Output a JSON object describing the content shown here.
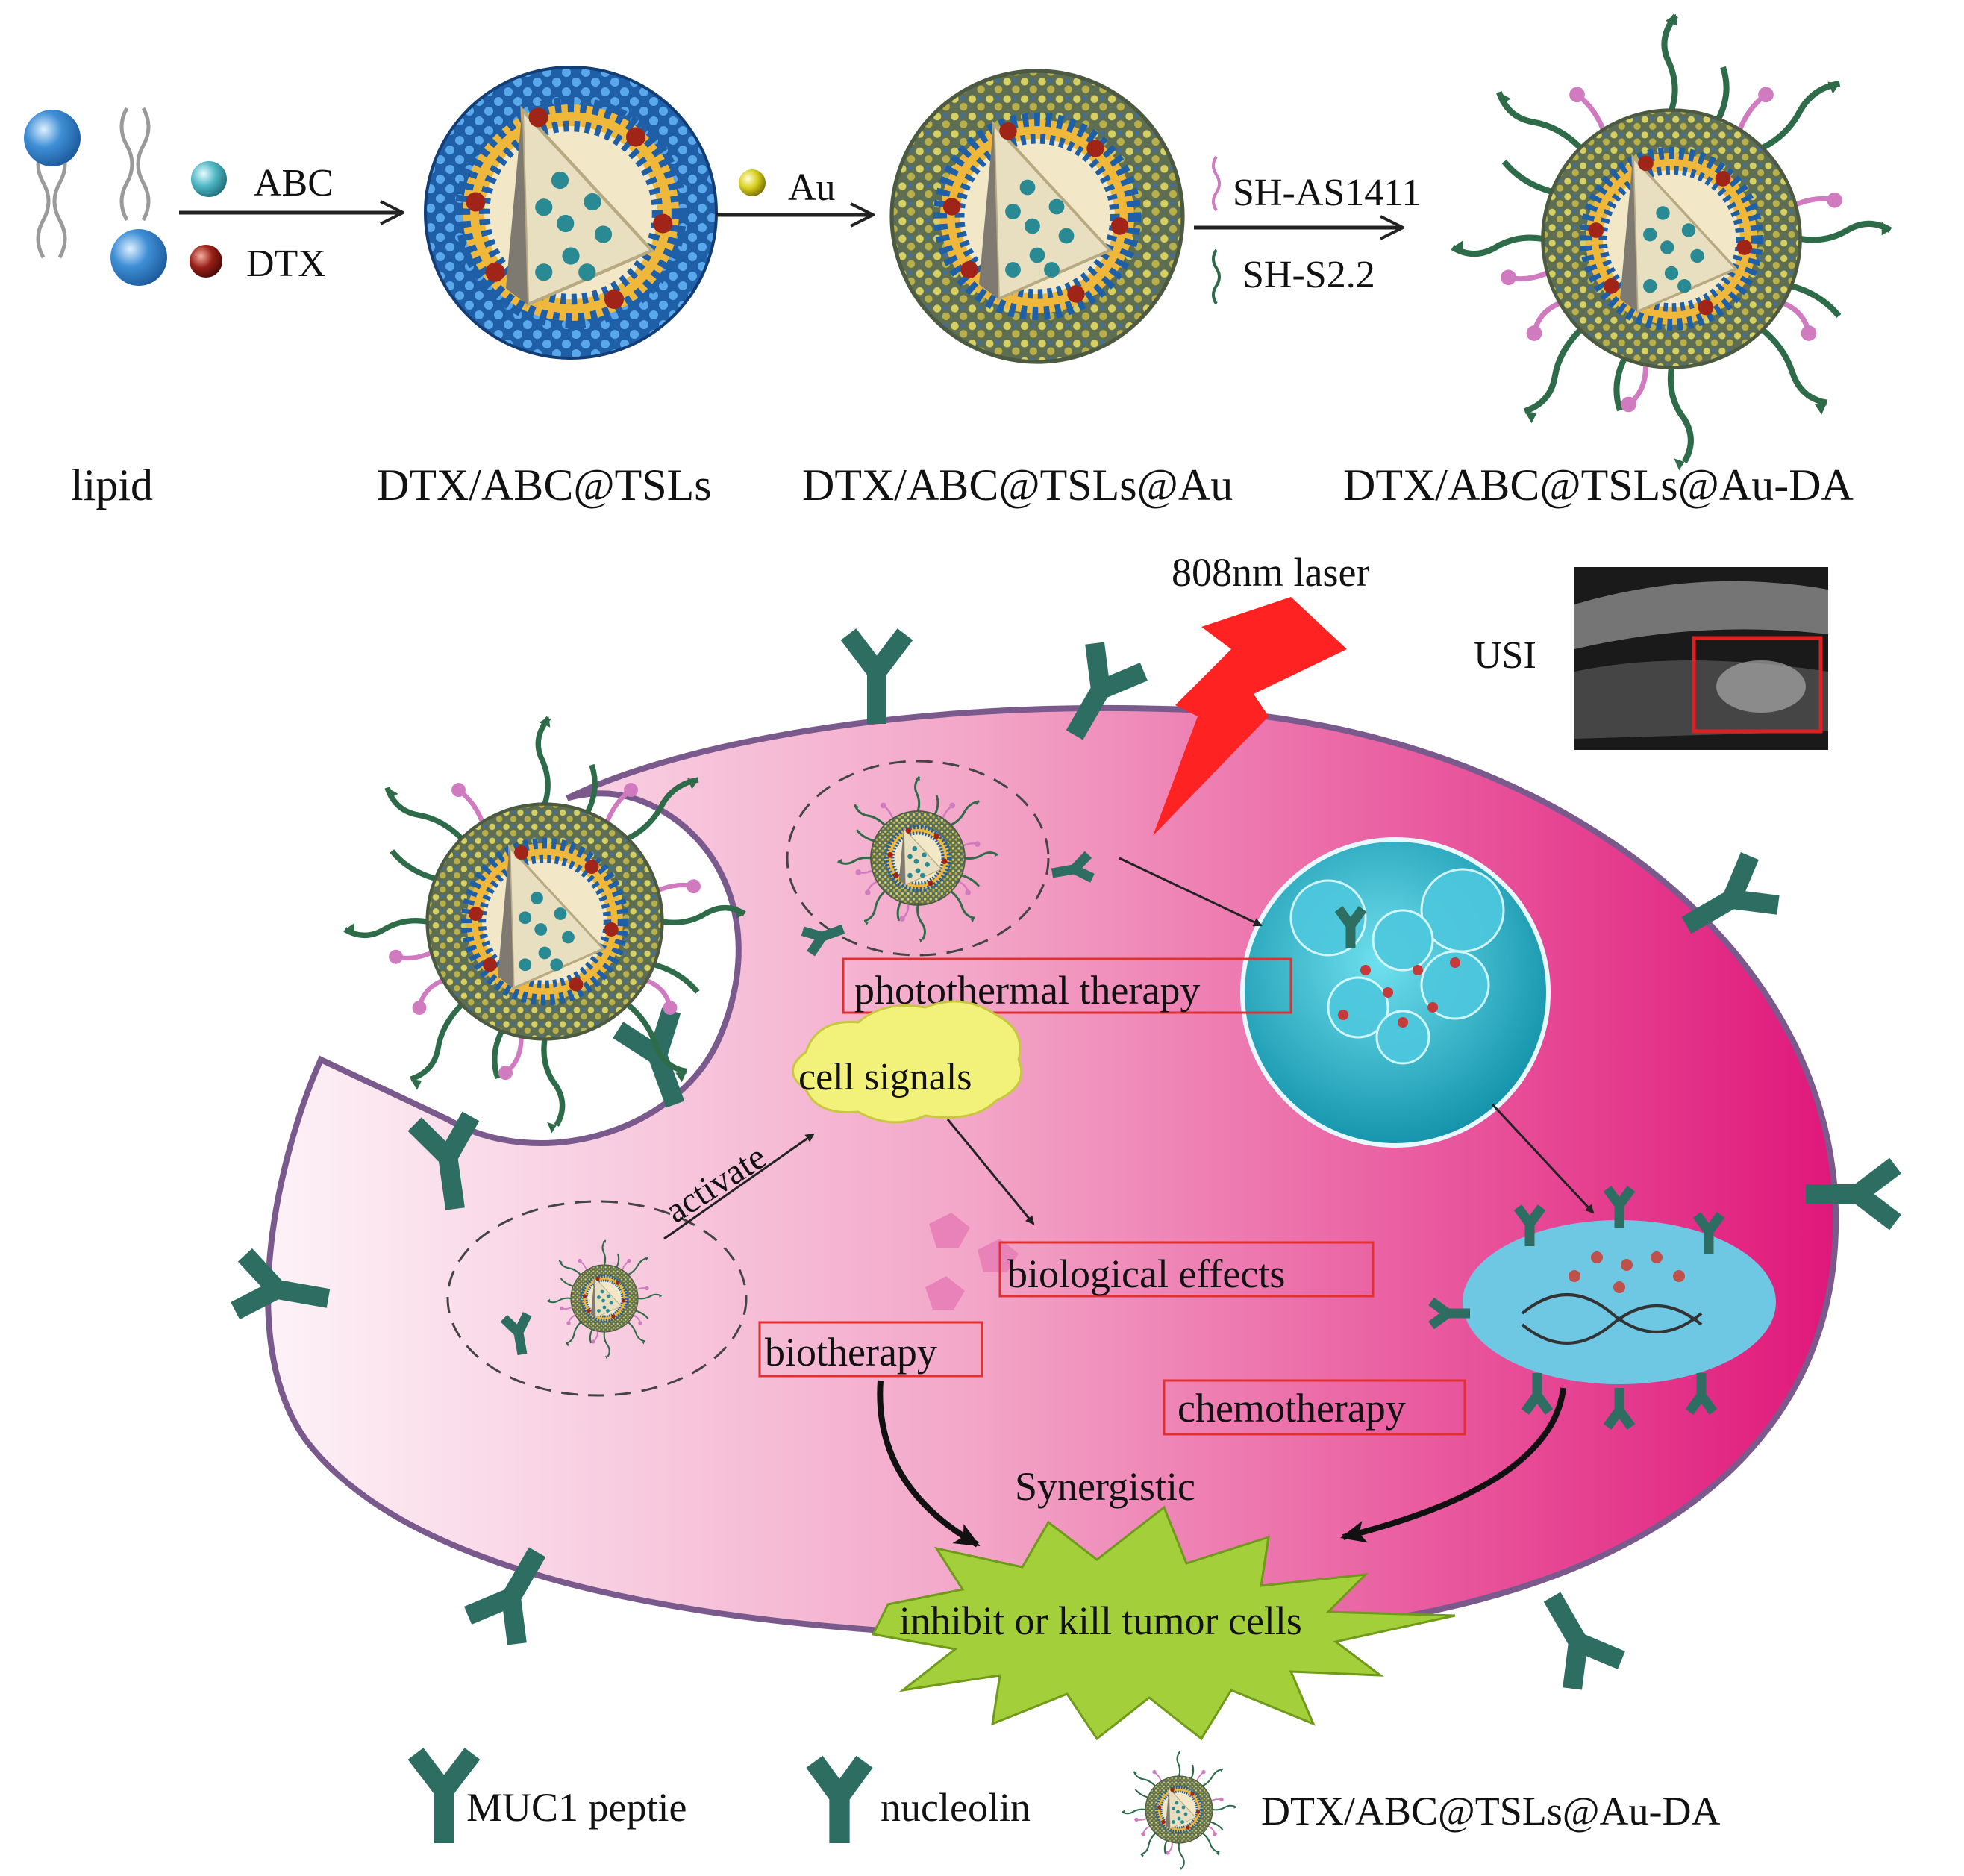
{
  "colors": {
    "receptor": "#2e6e62",
    "lipid_head": "#3f8fd6",
    "gold_shell": "#a9a267",
    "cell_light": "#fbe3ee",
    "cell_dark": "#e0177a",
    "cell_border": "#7a5a8c",
    "laser": "#ff2222",
    "signal_cloud": "#f2f27a",
    "burst": "#a3cf3a",
    "label_box": "#e03030",
    "nucleus": "#6ec8e3",
    "photothermal_bubble": "#1cb3cc",
    "aptamer_green": "#2e6b48",
    "aptamer_pink": "#d07ac0"
  },
  "synthesis": {
    "reagents": {
      "abc": "ABC",
      "dtx": "DTX",
      "au": "Au",
      "sh_as1411": "SH-AS1411",
      "sh_s22": "SH-S2.2"
    },
    "stage_labels": [
      "lipid",
      "DTX/ABC@TSLs",
      "DTX/ABC@TSLs@Au",
      "DTX/ABC@TSLs@Au-DA"
    ]
  },
  "mechanism": {
    "laser": "808nm laser",
    "usi": "USI",
    "photothermal": "photothermal therapy",
    "cell_signals": "cell signals",
    "activate": "activate",
    "biological_effects": "biological effects",
    "biotherapy": "biotherapy",
    "chemotherapy": "chemotherapy",
    "synergistic": "Synergistic",
    "outcome": "inhibit or kill tumor cells"
  },
  "legend": [
    {
      "icon": "muc1-peptide-icon",
      "label": "MUC1 peptie"
    },
    {
      "icon": "nucleolin-icon",
      "label": "nucleolin"
    },
    {
      "icon": "nanoparticle-icon",
      "label": "DTX/ABC@TSLs@Au-DA"
    }
  ]
}
